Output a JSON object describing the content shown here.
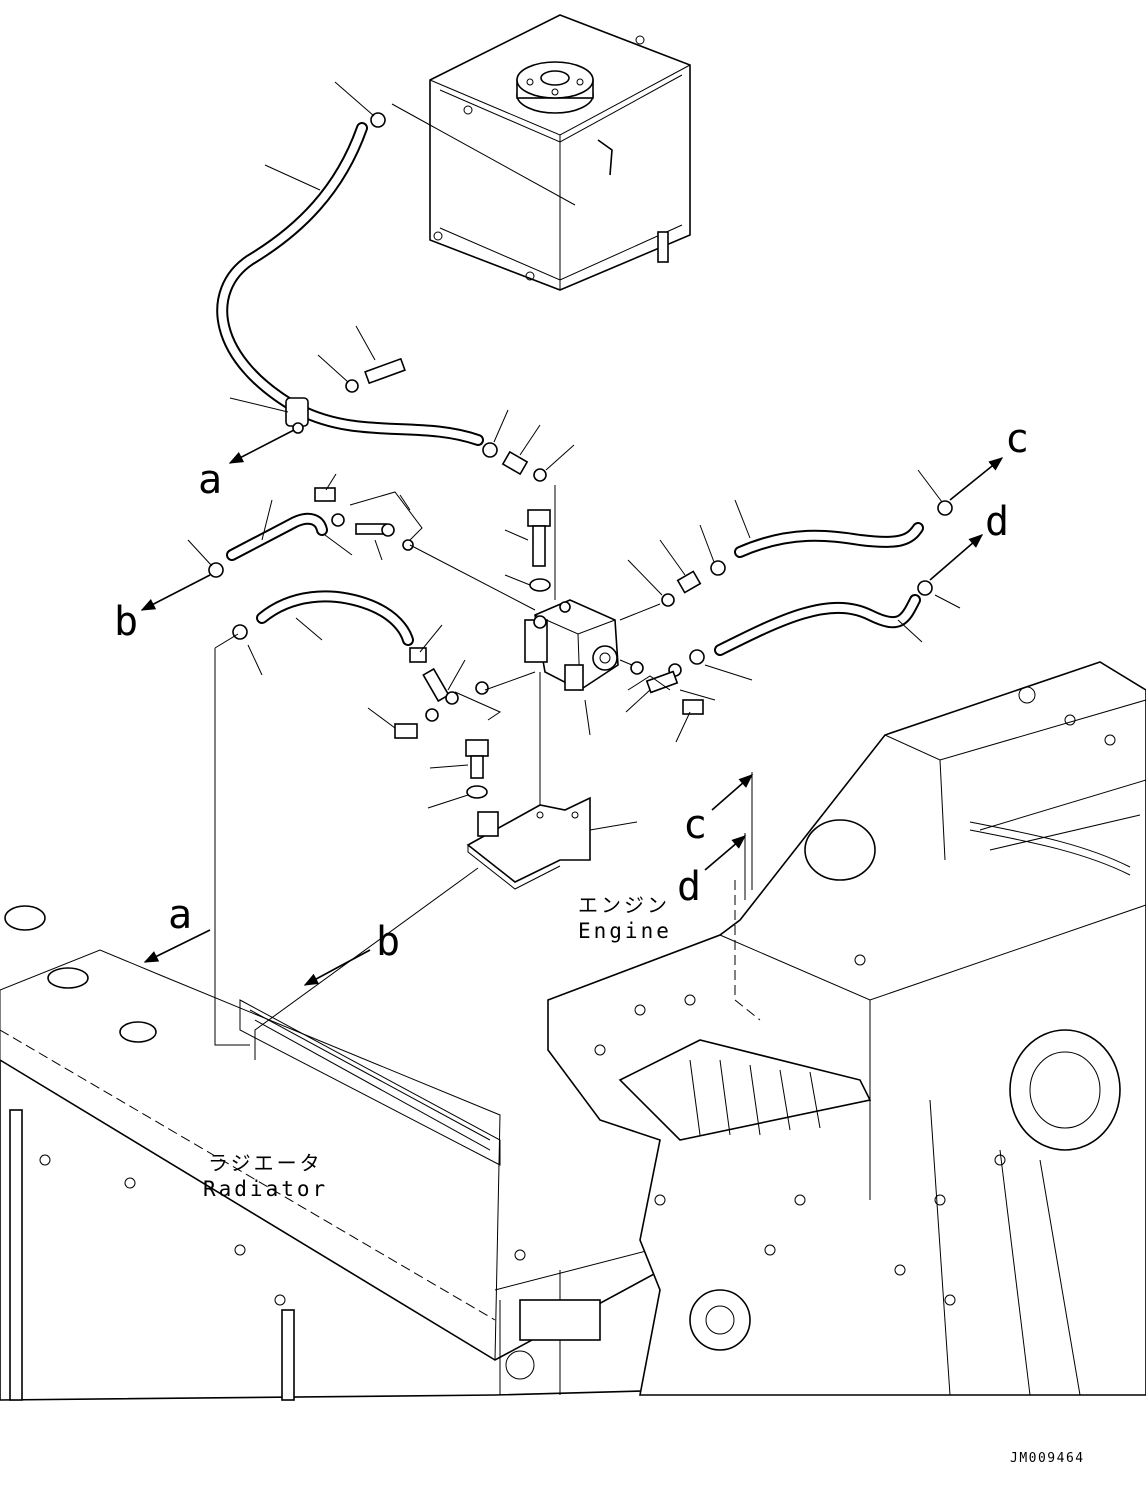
{
  "diagram_id": "JM009464",
  "components": {
    "engine": {
      "jp": "エンジン",
      "en": "Engine"
    },
    "radiator": {
      "jp": "ラジエータ",
      "en": "Radiator"
    }
  },
  "connection_labels": {
    "a_top": "a",
    "a_bottom": "a",
    "b_top": "b",
    "b_bottom": "b",
    "c_top": "c",
    "c_bottom": "c",
    "d_top": "d",
    "d_bottom": "d"
  }
}
